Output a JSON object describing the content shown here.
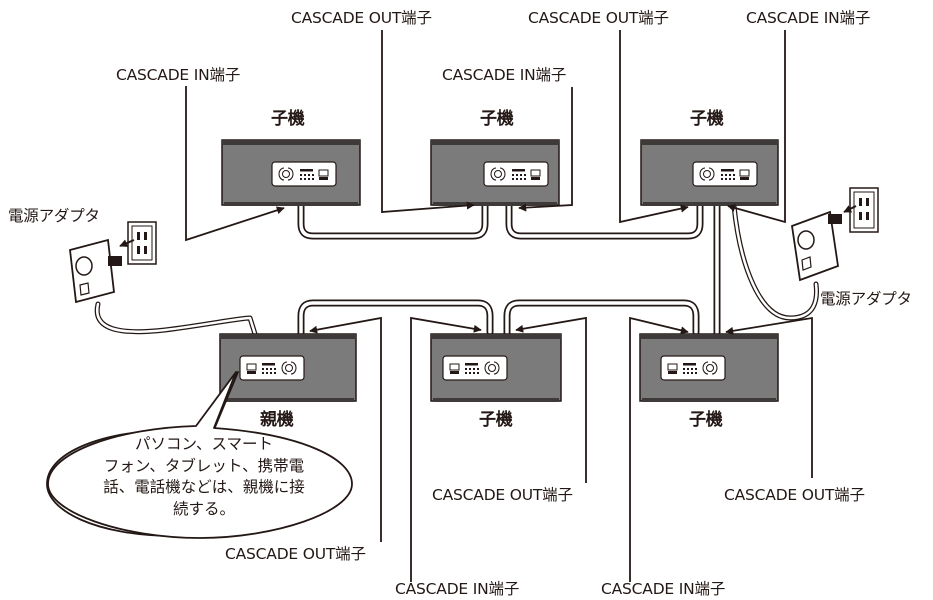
{
  "labels": {
    "cascade_out_top_left": "CASCADE OUT端子",
    "cascade_out_top_right": "CASCADE OUT端子",
    "cascade_in_top_far_right": "CASCADE IN端子",
    "cascade_in_upper_left": "CASCADE IN端子",
    "cascade_in_upper_center": "CASCADE IN端子",
    "cascade_out_lower_center": "CASCADE OUT端子",
    "cascade_out_lower_right": "CASCADE OUT端子",
    "cascade_out_bottom_left": "CASCADE OUT端子",
    "cascade_in_bottom_center": "CASCADE IN端子",
    "cascade_in_bottom_right": "CASCADE IN端子"
  },
  "units": {
    "top_left": "子機",
    "top_center": "子機",
    "top_right": "子機",
    "bottom_left": "親機",
    "bottom_center": "子機",
    "bottom_right": "子機"
  },
  "adapters": {
    "left": "電源アダプタ",
    "right": "電源アダプタ"
  },
  "bubble": {
    "line1": "パソコン、スマート",
    "line2": "フォン、タブレット、携帯電",
    "line3": "話、電話機などは、親機に接",
    "line4": "続する。"
  }
}
